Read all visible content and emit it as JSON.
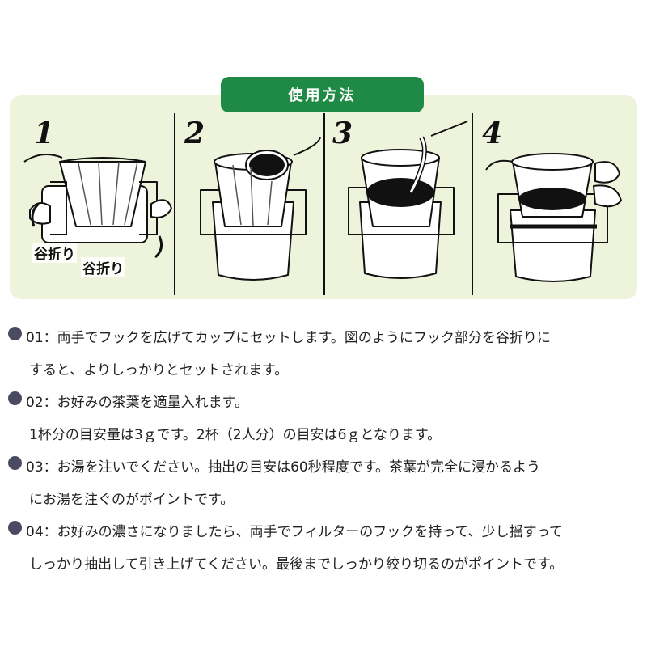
{
  "header": {
    "title": "使用方法"
  },
  "steps": [
    {
      "number": "1",
      "labels": [
        "谷折り",
        "谷折り"
      ]
    },
    {
      "number": "2"
    },
    {
      "number": "3"
    },
    {
      "number": "4"
    }
  ],
  "instructions": [
    {
      "lines": [
        "01：両手でフックを広げてカップにセットします。図のようにフック部分を谷折りに",
        "すると、よりしっかりとセットされます。"
      ]
    },
    {
      "lines": [
        "02：お好みの茶葉を適量入れます。",
        "1杯分の目安量は3ｇです。2杯（2人分）の目安は6ｇとなります。"
      ]
    },
    {
      "lines": [
        "03：お湯を注いでください。抽出の目安は60秒程度です。茶葉が完全に浸かるよう",
        "にお湯を注ぐのがポイントです。"
      ]
    },
    {
      "lines": [
        "04：お好みの濃さになりましたら、両手でフィルターのフックを持って、少し揺すって",
        "しっかり抽出して引き上げてください。最後までしっかり絞り切るのがポイントです。"
      ]
    }
  ],
  "colors": {
    "accent": "#1f8a45",
    "panel": "#eef4dc",
    "bullet": "#4a4a63"
  }
}
